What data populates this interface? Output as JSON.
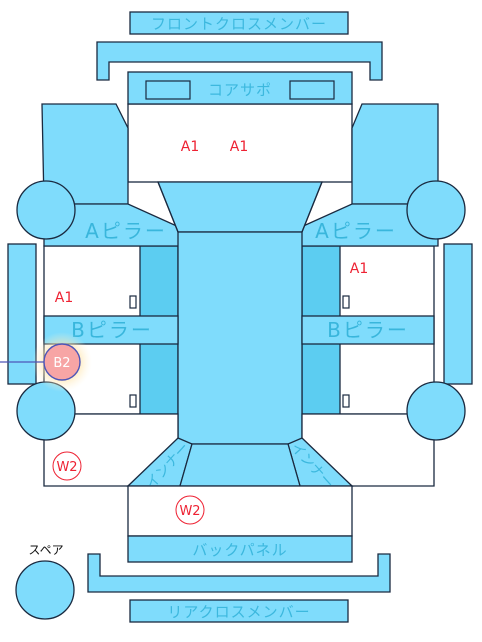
{
  "parts": {
    "front_cross_member": "フロントクロスメンバー",
    "core_support": "コアサポ",
    "a_pillar_left": "Aピラー",
    "a_pillar_right": "Aピラー",
    "b_pillar_left": "Bピラー",
    "b_pillar_right": "Bピラー",
    "back_panel": "バックパネル",
    "rear_cross_member": "リアクロスメンバー",
    "rear_inner_left": "インナー",
    "rear_inner_right": "インナー"
  },
  "spare_label": "スペア",
  "markers": {
    "front_a1_left": "A1",
    "front_a1_right": "A1",
    "right_side_a1": "A1",
    "left_side_a1": "A1",
    "left_b2": "B2",
    "left_rear_w2": "W2",
    "trunk_w2": "W2"
  },
  "colors": {
    "panel": "#7fdcfc",
    "marker_red": "#ee2233",
    "selected_marker": "#f7a5a5",
    "selected_ring": "#4d55b8"
  }
}
